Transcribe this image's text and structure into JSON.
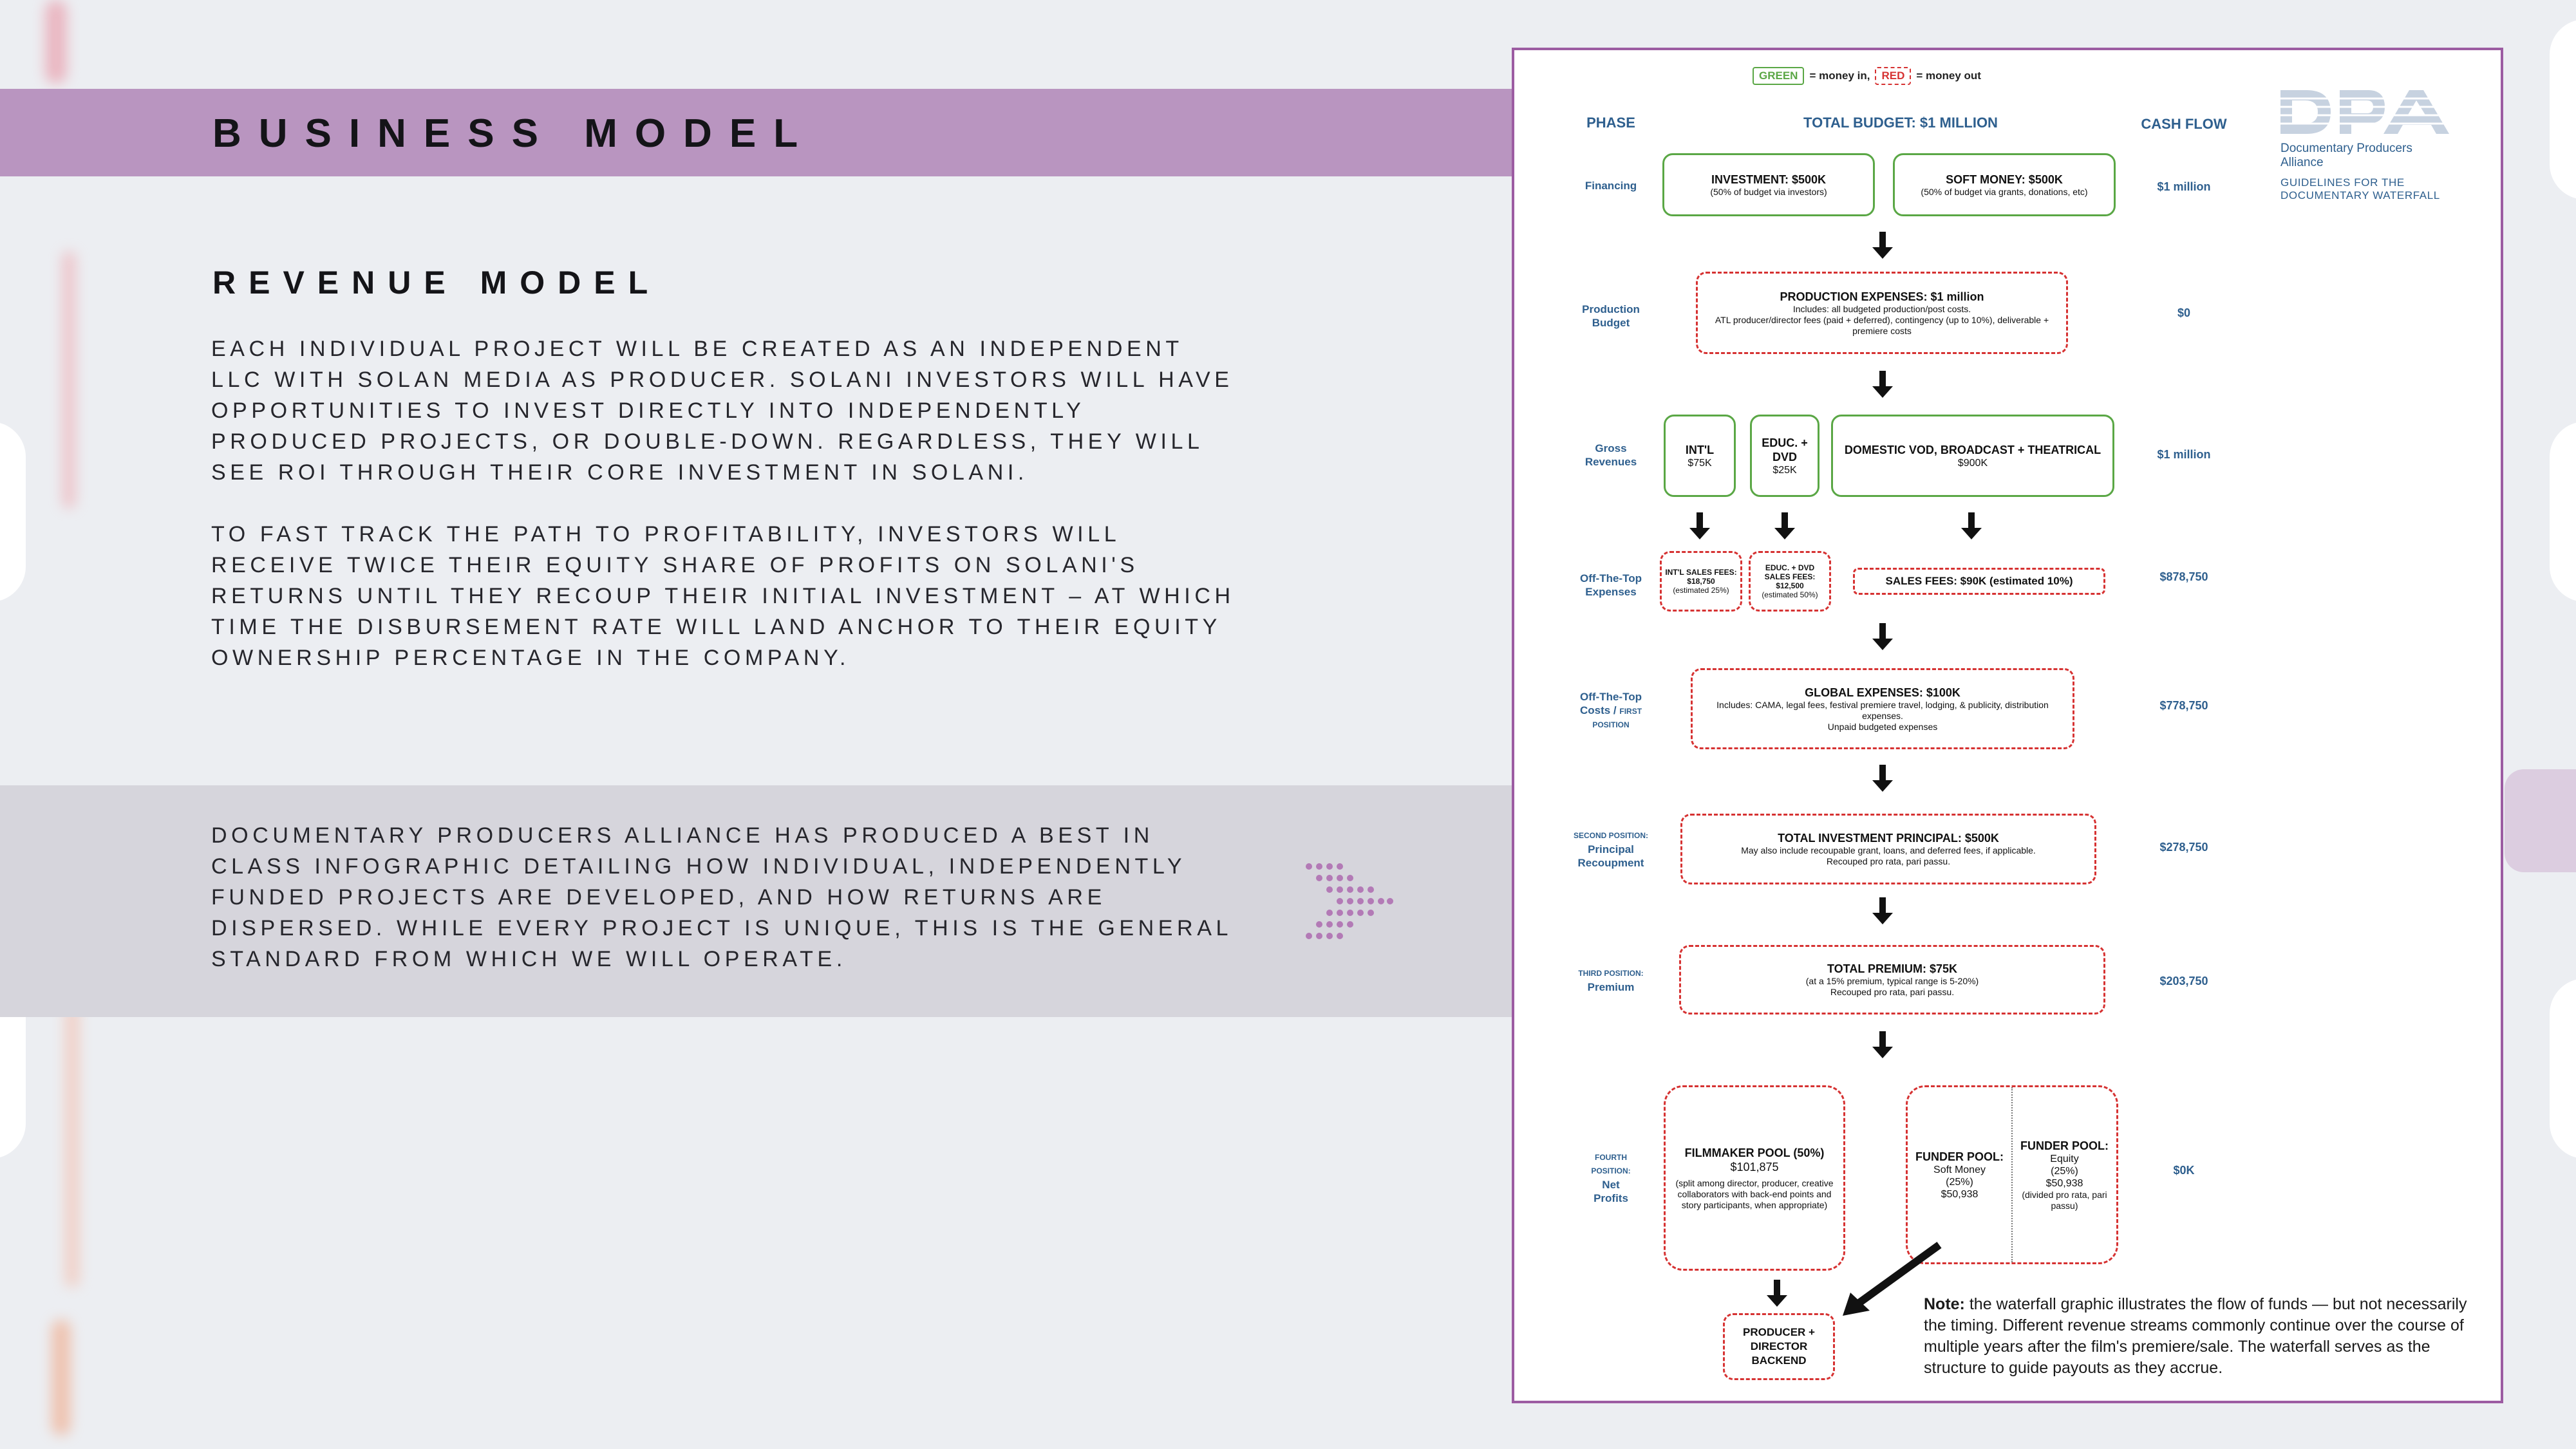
{
  "header": {
    "title": "BUSINESS MODEL"
  },
  "revenue": {
    "title": "REVENUE MODEL",
    "para1": "Each individual project will be created as an independent LLC with Solan Media as producer. Solani investors will have opportunities to invest directly into independently produced projects, or double-down. Regardless, they will see ROI through their core investment in Solani.",
    "para2": "To fast track the path to profitability, investors will receive twice their equity share of profits on Solani's returns until they recoup their initial investment – at which time the disbursement rate will land anchor to their equity ownership percentage in the company.",
    "para3": "Documentary Producers Alliance has produced a best in class infographic detailing how individual, independently funded projects are developed, and how returns are dispersed. While every project is unique, this is the general standard from which we will operate."
  },
  "colors": {
    "band_purple": "#b995c0",
    "band_gray": "#d6d5dc",
    "panel_border": "#9c5ca2",
    "green": "#5aa745",
    "red": "#d63232",
    "blue": "#2e5f8e"
  },
  "infographic": {
    "legend": {
      "green_tag": "GREEN",
      "green_text": "= money in,",
      "red_tag": "RED",
      "red_text": "= money out"
    },
    "headers": {
      "phase": "PHASE",
      "budget": "TOTAL BUDGET: $1 MILLION",
      "cash_flow": "CASH FLOW"
    },
    "logo": {
      "mark": "DPA",
      "org": "Documentary Producers Alliance",
      "sub1": "GUIDELINES FOR THE",
      "sub2": "DOCUMENTARY WATERFALL"
    },
    "phases": {
      "financing": "Financing",
      "prod_1": "Production",
      "prod_2": "Budget",
      "gross_1": "Gross",
      "gross_2": "Revenues",
      "ott_1": "Off-The-Top",
      "ott_2": "Expenses",
      "first_1": "Off-The-Top",
      "first_2": "Costs /",
      "first_3": "FIRST",
      "first_4": "POSITION",
      "second_1": "SECOND POSITION:",
      "second_2": "Principal",
      "second_3": "Recoupment",
      "third_1": "THIRD POSITION:",
      "third_2": "Premium",
      "fourth_1": "FOURTH",
      "fourth_2": "POSITION:",
      "fourth_3": "Net",
      "fourth_4": "Profits"
    },
    "cash_flow": {
      "financing": "$1 million",
      "production": "$0",
      "gross": "$1 million",
      "ott": "$878,750",
      "first": "$778,750",
      "second": "$278,750",
      "third": "$203,750",
      "fourth": "$0K"
    },
    "boxes": {
      "investment_title": "INVESTMENT: $500K",
      "investment_sub": "(50% of budget via investors)",
      "soft_title": "SOFT MONEY: $500K",
      "soft_sub": "(50% of budget via grants, donations, etc)",
      "prod_title": "PRODUCTION EXPENSES: $1 million",
      "prod_l1": "Includes: all budgeted production/post costs.",
      "prod_l2": "ATL producer/director fees (paid + deferred), contingency (up to 10%), deliverable + premiere costs",
      "intl_title": "INT'L",
      "intl_val": "$75K",
      "educ_title": "EDUC. + DVD",
      "educ_val": "$25K",
      "domestic_title": "DOMESTIC VOD, BROADCAST + THEATRICAL",
      "domestic_val": "$900K",
      "intl_fee_title": "INT'L SALES FEES: $18,750",
      "intl_fee_sub": "(estimated 25%)",
      "educ_fee_title": "EDUC. + DVD SALES FEES: $12,500",
      "educ_fee_sub": "(estimated 50%)",
      "sales_fee": "SALES FEES: $90K (estimated 10%)",
      "global_title": "GLOBAL EXPENSES: $100K",
      "global_l1": "Includes: CAMA, legal fees, festival premiere travel, lodging, & publicity, distribution expenses.",
      "global_l2": "Unpaid budgeted expenses",
      "principal_title": "TOTAL INVESTMENT PRINCIPAL: $500K",
      "principal_l1": "May also include recoupable grant, loans, and deferred fees, if applicable.",
      "principal_l2": "Recouped pro rata, pari passu.",
      "premium_title": "TOTAL PREMIUM: $75K",
      "premium_l1": "(at a 15% premium, typical range is 5-20%)",
      "premium_l2": "Recouped pro rata, pari passu.",
      "filmmaker_title": "FILMMAKER POOL (50%)",
      "filmmaker_val": "$101,875",
      "filmmaker_sub": "(split among director, producer, creative collaborators with back-end points and story participants, when appropriate)",
      "funder_soft_title": "FUNDER POOL:",
      "funder_soft_l1": "Soft Money",
      "funder_soft_l2": "(25%)",
      "funder_soft_val": "$50,938",
      "funder_eq_title": "FUNDER POOL:",
      "funder_eq_l1": "Equity",
      "funder_eq_l2": "(25%)",
      "funder_eq_val": "$50,938",
      "funder_eq_sub": "(divided pro rata, pari passu)",
      "backend": "PRODUCER + DIRECTOR BACKEND"
    },
    "note": {
      "label": "Note:",
      "text": "the waterfall graphic illustrates the flow of funds — but not necessarily the timing. Different revenue streams commonly continue over the course of multiple years after the film's premiere/sale. The waterfall serves as the structure to guide payouts as they accrue."
    }
  }
}
